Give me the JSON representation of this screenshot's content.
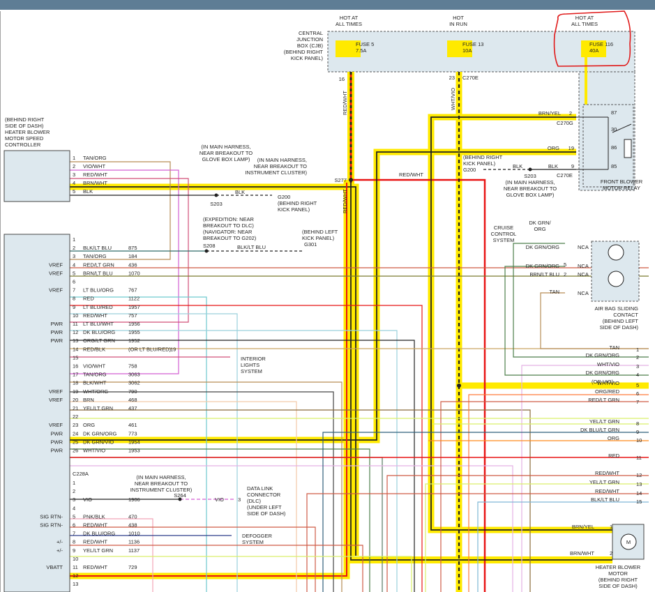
{
  "colors": {
    "highlight": "#ffea00",
    "red": "#e81414",
    "wire_black": "#222222",
    "cjb_fill": "#dde8ee",
    "markup_red": "#e01818"
  },
  "cjb_label": [
    "CENTRAL",
    "JUNCTION",
    "BOX (CJB)",
    "(BEHIND RIGHT",
    "KICK PANEL)"
  ],
  "hot_at_all_times": [
    "HOT AT",
    "ALL TIMES"
  ],
  "hot_in_run": [
    "HOT",
    "IN RUN"
  ],
  "hot_at_all_times_2": [
    "HOT AT",
    "ALL TIMES"
  ],
  "fuses": [
    {
      "name": "FUSE 5",
      "rating": "7.5A"
    },
    {
      "name": "FUSE 13",
      "rating": "10A"
    },
    {
      "name": "FUSE 116",
      "rating": "40A"
    }
  ],
  "cjb_pins": [
    "16",
    "23"
  ],
  "c270e_top": "C270E",
  "wire_red_wht_vertical": "RED/WHT",
  "wire_wht_vio_vertical": "WHT/VIO",
  "wire_red_wht_vertical_2": "RED/WHT",
  "controller_label": [
    "(BEHIND RIGHT",
    "SIDE OF DASH)",
    "HEATER BLOWER",
    "MOTOR SPEED",
    "CONTROLLER"
  ],
  "controller_pins": [
    {
      "pin": "1",
      "wire": "TAN/ORG"
    },
    {
      "pin": "2",
      "wire": "VIO/WHT"
    },
    {
      "pin": "3",
      "wire": "RED/WHT"
    },
    {
      "pin": "4",
      "wire": "BRN/WHT"
    },
    {
      "pin": "5",
      "wire": "BLK"
    }
  ],
  "s203_note": [
    "(IN MAIN HARNESS,",
    "NEAR BREAKOUT TO",
    "GLOVE BOX LAMP)"
  ],
  "s203": "S203",
  "g200_blk": "BLK",
  "g200": [
    "G200",
    "(BEHIND RIGHT",
    "KICK PANEL)"
  ],
  "s277_note": [
    "(IN MAIN HARNESS,",
    "NEAR BREAKOUT TO",
    "INSTRUMENT CLUSTER)"
  ],
  "s277": "S277",
  "s208_note": [
    "(EXPEDITION: NEAR",
    "BREAKOUT TO DLC)",
    "(NAVIGATOR: NEAR",
    "BREAKOUT TO G202)"
  ],
  "s208": "S208",
  "s208_wire": "BLK/LT BLU",
  "g301_note": [
    "(BEHIND LEFT",
    "KICK PANEL)"
  ],
  "g301": "G301",
  "relay_wires": [
    {
      "wire": "BRN/YEL",
      "pin": "2"
    },
    {
      "wire": "ORG",
      "pin": "19"
    },
    {
      "wire": "BLK",
      "pin": "9"
    }
  ],
  "c270g": "C270G",
  "c270e": "C270E",
  "red_wht_mid": "RED/WHT",
  "g200_right": [
    "(BEHIND RIGHT",
    "KICK PANEL)",
    "G200"
  ],
  "g200_right_blk": "BLK",
  "s203_right_note": [
    "S203",
    "(IN MAIN HARNESS,",
    "NEAR BREAKOUT TO",
    "GLOVE BOX LAMP)"
  ],
  "relay_pins": [
    "87",
    "30",
    "86",
    "85"
  ],
  "relay_label": [
    "FRONT BLOWER",
    "MOTOR RELAY"
  ],
  "cruise": [
    "CRUISE",
    "CONTROL",
    "SYSTEM"
  ],
  "airbag_wires": [
    {
      "wire": "DK GRN/ORG",
      "pin": "NCA"
    },
    {
      "wire": "DK GRN/ORG",
      "pin": "5",
      "nca": "NCA"
    },
    {
      "wire": "BRN/LT BLU",
      "pin": "2",
      "nca": "NCA"
    },
    {
      "wire": "TAN",
      "pin": "",
      "nca": "NCA"
    }
  ],
  "cruise_wire": [
    "DK GRN/",
    "ORG"
  ],
  "airbag_label": [
    "AIR BAG SLIDING",
    "CONTACT",
    "(BEHIND LEFT",
    "SIDE OF DASH)"
  ],
  "main_left_labels": [
    {
      "row": 1,
      "label": ""
    },
    {
      "row": 4,
      "label": "VREF"
    },
    {
      "row": 5,
      "label": "VREF"
    },
    {
      "row": 7,
      "label": "VREF"
    },
    {
      "row": 11,
      "label": "PWR"
    },
    {
      "row": 12,
      "label": "PWR"
    },
    {
      "row": 13,
      "label": "PWR"
    },
    {
      "row": 19,
      "label": "VREF"
    },
    {
      "row": 20,
      "label": "VREF"
    },
    {
      "row": 23,
      "label": "VREF"
    },
    {
      "row": 24,
      "label": "PWR"
    },
    {
      "row": 25,
      "label": "PWR"
    },
    {
      "row": 26,
      "label": "PWR"
    }
  ],
  "main_pins": [
    {
      "pin": "1",
      "wire": "",
      "circ": ""
    },
    {
      "pin": "2",
      "wire": "BLK/LT BLU",
      "circ": "875"
    },
    {
      "pin": "3",
      "wire": "TAN/ORG",
      "circ": "184"
    },
    {
      "pin": "4",
      "wire": "RED/LT GRN",
      "circ": "436"
    },
    {
      "pin": "5",
      "wire": "BRN/LT BLU",
      "circ": "1070"
    },
    {
      "pin": "6",
      "wire": "",
      "circ": ""
    },
    {
      "pin": "7",
      "wire": "LT BLU/ORG",
      "circ": "767"
    },
    {
      "pin": "8",
      "wire": "RED",
      "circ": "1122"
    },
    {
      "pin": "9",
      "wire": "LT BLU/RED",
      "circ": "1957"
    },
    {
      "pin": "10",
      "wire": "RED/WHT",
      "circ": "757"
    },
    {
      "pin": "11",
      "wire": "LT BLU/WHT",
      "circ": "1956"
    },
    {
      "pin": "12",
      "wire": "DK BLU/ORG",
      "circ": "1955"
    },
    {
      "pin": "13",
      "wire": "ORG/LT GRN",
      "circ": "1952"
    },
    {
      "pin": "14",
      "wire": "RED/BLK",
      "circ": "(OR LT BLU/RED)"
    },
    {
      "pin": "15",
      "wire": "",
      "circ": ""
    },
    {
      "pin": "16",
      "wire": "VIO/WHT",
      "circ": "758"
    },
    {
      "pin": "17",
      "wire": "TAN/ORG",
      "circ": "3063"
    },
    {
      "pin": "18",
      "wire": "BLK/WHT",
      "circ": "3062"
    },
    {
      "pin": "19",
      "wire": "WHT/ORG",
      "circ": "790"
    },
    {
      "pin": "20",
      "wire": "BRN",
      "circ": "468"
    },
    {
      "pin": "21",
      "wire": "YEL/LT GRN",
      "circ": "437"
    },
    {
      "pin": "22",
      "wire": "",
      "circ": ""
    },
    {
      "pin": "23",
      "wire": "ORG",
      "circ": "461"
    },
    {
      "pin": "24",
      "wire": "DK GRN/ORG",
      "circ": "773"
    },
    {
      "pin": "25",
      "wire": "DK GRN/VIO",
      "circ": "1954"
    },
    {
      "pin": "26",
      "wire": "WHT/VIO",
      "circ": "1953"
    }
  ],
  "pin14_extra": "19",
  "interior_lights": [
    "INTERIOR",
    "LIGHTS",
    "SYSTEM"
  ],
  "c228a": "C228A",
  "lower_pins": [
    {
      "pin": "1",
      "wire": "",
      "circ": "",
      "left": ""
    },
    {
      "pin": "2",
      "wire": "",
      "circ": "",
      "left": ""
    },
    {
      "pin": "3",
      "wire": "VIO",
      "circ": "1906",
      "left": ""
    },
    {
      "pin": "4",
      "wire": "",
      "circ": "",
      "left": ""
    },
    {
      "pin": "5",
      "wire": "PNK/BLK",
      "circ": "470",
      "left": "SIG RTN-"
    },
    {
      "pin": "6",
      "wire": "RED/WHT",
      "circ": "438",
      "left": "SIG RTN-"
    },
    {
      "pin": "7",
      "wire": "DK BLU/ORG",
      "circ": "1010",
      "left": ""
    },
    {
      "pin": "8",
      "wire": "RED/WHT",
      "circ": "1136",
      "left": "+/-"
    },
    {
      "pin": "9",
      "wire": "YEL/LT GRN",
      "circ": "1137",
      "left": "+/-"
    },
    {
      "pin": "10",
      "wire": "",
      "circ": "",
      "left": ""
    },
    {
      "pin": "11",
      "wire": "RED/WHT",
      "circ": "729",
      "left": "VBATT"
    },
    {
      "pin": "12",
      "wire": "",
      "circ": "",
      "left": ""
    },
    {
      "pin": "13",
      "wire": "",
      "circ": "",
      "left": ""
    }
  ],
  "s264_note": [
    "(IN MAIN HARNESS,",
    "NEAR BREAKOUT TO",
    "INSTRUMENT CLUSTER)"
  ],
  "s264": "S264",
  "dlc_vio": "VIO",
  "dlc_pin": "3",
  "dlc": [
    "DATA LINK",
    "CONNECTOR",
    "(DLC)",
    "(UNDER LEFT",
    "SIDE OF DASH)"
  ],
  "defogger": [
    "DEFOGGER",
    "SYSTEM"
  ],
  "right_pins": [
    {
      "pin": "1",
      "wire": "TAN"
    },
    {
      "pin": "2",
      "wire": "DK GRN/ORG"
    },
    {
      "pin": "3",
      "wire": "WHT/VIO"
    },
    {
      "pin": "4",
      "wire": "DK GRN/ORG"
    },
    {
      "pin": "5",
      "wire": "WHT/VIO"
    },
    {
      "pin": "6",
      "wire": "ORG/RED"
    },
    {
      "pin": "7",
      "wire": "RED/LT GRN"
    },
    {
      "pin": "8",
      "wire": "YEL/LT GRN"
    },
    {
      "pin": "9",
      "wire": "DK BLU/LT GRN"
    },
    {
      "pin": "10",
      "wire": "ORG"
    },
    {
      "pin": "11",
      "wire": "RED"
    },
    {
      "pin": "12",
      "wire": "RED/WHT"
    },
    {
      "pin": "13",
      "wire": "YEL/LT GRN"
    },
    {
      "pin": "14",
      "wire": "RED/WHT"
    },
    {
      "pin": "15",
      "wire": "BLK/LT BLU"
    }
  ],
  "pin5_or": "(OR VIO)",
  "motor_wires": [
    {
      "wire": "BRN/YEL",
      "pin": "1"
    },
    {
      "wire": "BRN/WHT",
      "pin": "2"
    }
  ],
  "motor_symbol": "M",
  "motor_label": [
    "HEATER BLOWER",
    "MOTOR",
    "(BEHIND RIGHT",
    "SIDE OF DASH)"
  ]
}
